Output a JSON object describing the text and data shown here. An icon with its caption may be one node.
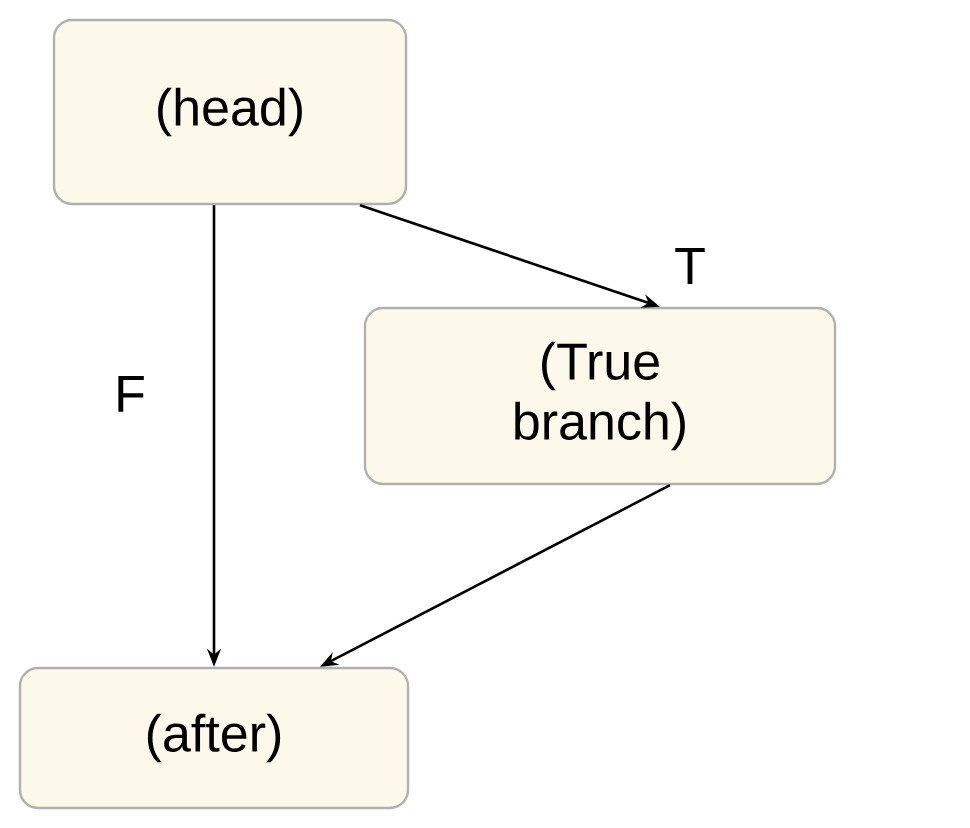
{
  "diagram": {
    "nodes": [
      {
        "text": [
          "(head)"
        ]
      },
      {
        "text": [
          "(True branch)"
        ]
      },
      {
        "text": [
          "(after)"
        ]
      }
    ],
    "edges": [
      {
        "from": 0,
        "to": 2,
        "arrow": "to",
        "label": "F"
      },
      {
        "from": 0,
        "to": 1,
        "arrow": "to",
        "label": "T"
      },
      {
        "from": 1,
        "to": 2,
        "arrow": "to"
      }
    ]
  }
}
